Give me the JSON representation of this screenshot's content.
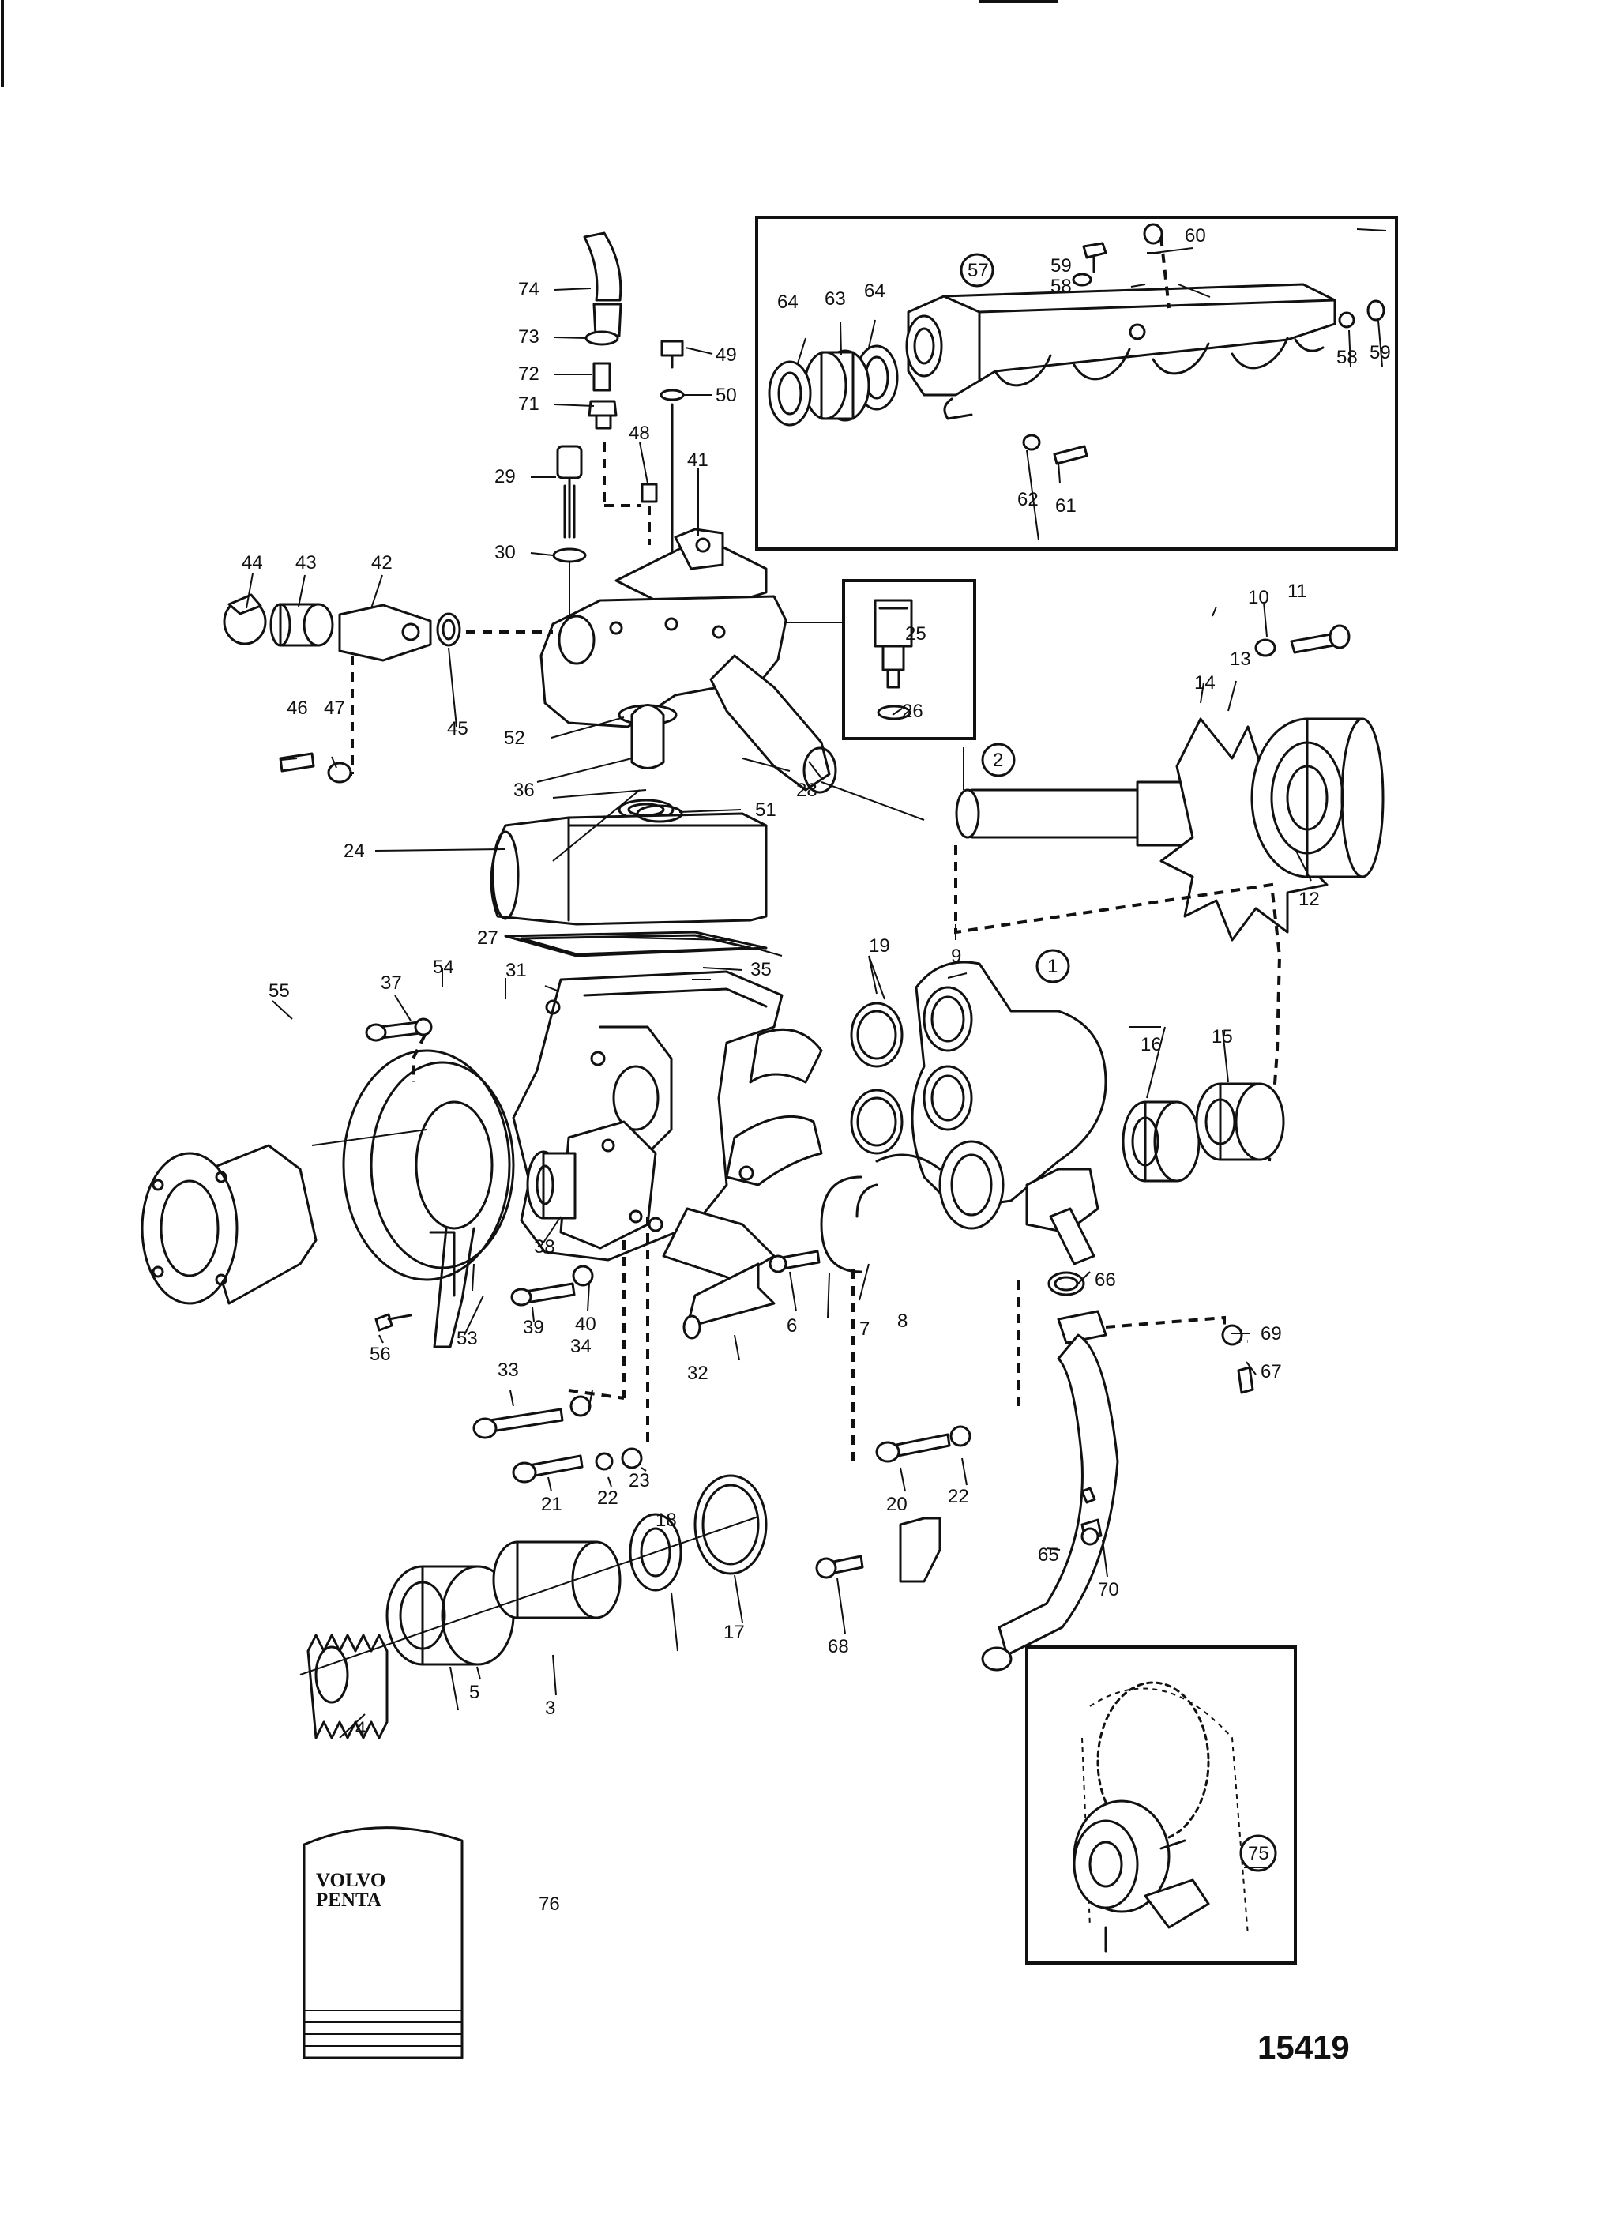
{
  "drawing_number": "15419",
  "brand": {
    "line1": "VOLVO",
    "line2": "PENTA"
  },
  "callouts": {
    "c1": "1",
    "c2": "2",
    "c3": "3",
    "c4": "4",
    "c5": "5",
    "c6": "6",
    "c7": "7",
    "c8": "8",
    "c9": "9",
    "c10": "10",
    "c11": "11",
    "c12": "12",
    "c13": "13",
    "c14": "14",
    "c15": "15",
    "c16": "16",
    "c17": "17",
    "c18": "18",
    "c19": "19",
    "c20": "20",
    "c21": "21",
    "c22a": "22",
    "c22b": "22",
    "c23": "23",
    "c24": "24",
    "c25": "25",
    "c26": "26",
    "c27": "27",
    "c28": "28",
    "c29": "29",
    "c30": "30",
    "c31": "31",
    "c32": "32",
    "c33": "33",
    "c34": "34",
    "c35": "35",
    "c36": "36",
    "c37": "37",
    "c38": "38",
    "c39": "39",
    "c40": "40",
    "c41": "41",
    "c42": "42",
    "c43": "43",
    "c44": "44",
    "c45": "45",
    "c46": "46",
    "c47": "47",
    "c48": "48",
    "c49": "49",
    "c50": "50",
    "c51": "51",
    "c52": "52",
    "c53": "53",
    "c54": "54",
    "c55": "55",
    "c56": "56",
    "c57": "57",
    "c58a": "58",
    "c58b": "58",
    "c59a": "59",
    "c59b": "59",
    "c60": "60",
    "c61": "61",
    "c62": "62",
    "c63": "63",
    "c64a": "64",
    "c64b": "64",
    "c65": "65",
    "c66": "66",
    "c67": "67",
    "c68": "68",
    "c69": "69",
    "c70": "70",
    "c71": "71",
    "c72": "72",
    "c73": "73",
    "c74": "74",
    "c75": "75",
    "c76": "76"
  }
}
